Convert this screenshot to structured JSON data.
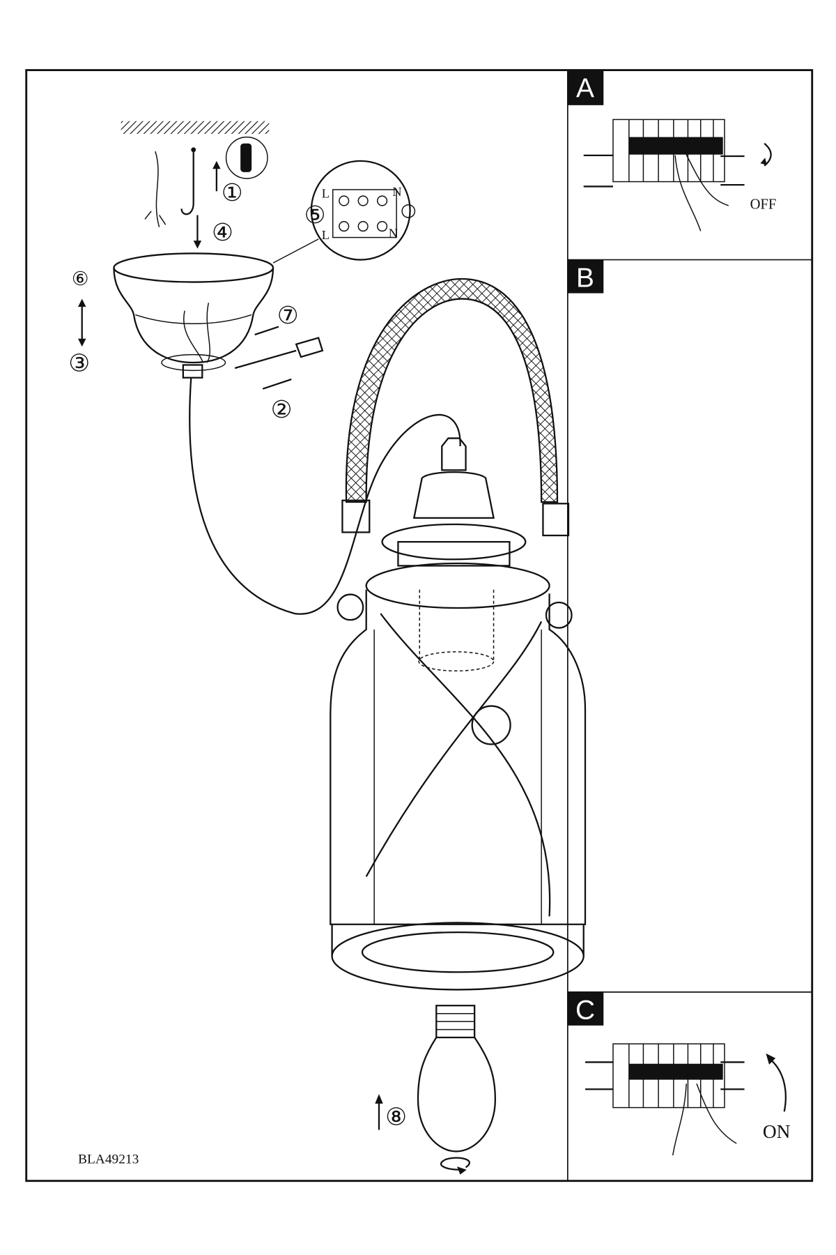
{
  "panels": {
    "a": {
      "label": "A",
      "state_text": "OFF"
    },
    "b": {
      "label": "B"
    },
    "c": {
      "label": "C",
      "state_text": "ON"
    }
  },
  "steps": [
    "①",
    "②",
    "③",
    "④",
    "⑤",
    "⑥",
    "⑦",
    "⑧"
  ],
  "terminal_labels": {
    "left_top": "L",
    "left_bottom": "L",
    "right_top": "N",
    "right_bottom": "N"
  },
  "model_code": "BLA49213"
}
